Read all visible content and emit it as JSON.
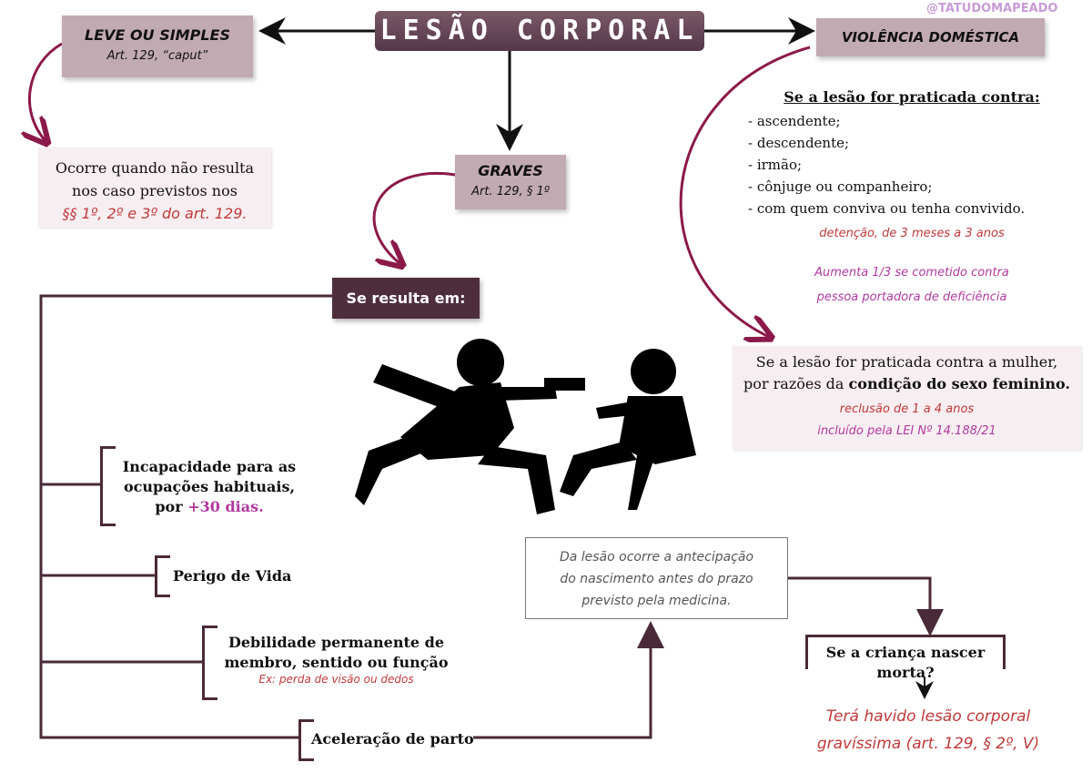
{
  "title": "LESÃO CORPORAL",
  "watermark": "@TATUDOMAPEADO",
  "leve": {
    "title": "LEVE OU SIMPLES",
    "article": "Art. 129, “caput”",
    "desc1": "Ocorre quando não resulta",
    "desc2": "nos caso previstos nos",
    "desc3": "§§ 1º, 2º e 3º do art. 129."
  },
  "graves": {
    "title": "GRAVES",
    "article": "Art. 129, § 1º",
    "resulta": "Se resulta em:"
  },
  "violencia": {
    "title": "VIOLÊNCIA DOMÉSTICA",
    "heading": "Se a lesão for praticada contra:",
    "items": [
      "- ascendente;",
      "- descendente;",
      "- irmão;",
      "- cônjuge ou companheiro;",
      "- com quem conviva ou tenha convivido."
    ],
    "pena": "detenção, de 3 meses a 3 anos",
    "aumento1": "Aumenta 1/3  se  cometido contra",
    "aumento2": "pessoa portadora de deficiência",
    "mulher1": "Se a lesão for praticada contra a mulher,",
    "mulher2": "por razões da ",
    "mulher_bold": "condição do sexo feminino.",
    "mulher_pena": "reclusão de 1 a 4 anos",
    "mulher_lei": "incluído pela LEI Nº 14.188/21"
  },
  "results": {
    "incap1": "Incapacidade para as",
    "incap2": "ocupações habituais,",
    "incap3": "por ",
    "incap_hl": "+30 dias.",
    "perigo": "Perigo de Vida",
    "debil1": "Debilidade permanente de",
    "debil2": "membro, sentido ou função",
    "debil_ex": "Ex: perda de visão ou dedos",
    "acel": "Aceleração de parto"
  },
  "parto": {
    "desc1": "Da lesão ocorre a antecipação",
    "desc2": "do nascimento antes do prazo",
    "desc3": "previsto pela medicina.",
    "question": "Se a criança nascer morta?",
    "ans1": "Terá havido lesão corporal",
    "ans2": "gravíssima (art. 129, § 2º, V)"
  },
  "colors": {
    "accent": "#8b1a4a",
    "title_bg": "#6b4a58",
    "box": "#c2aab3",
    "pale": "#f7eef1"
  }
}
